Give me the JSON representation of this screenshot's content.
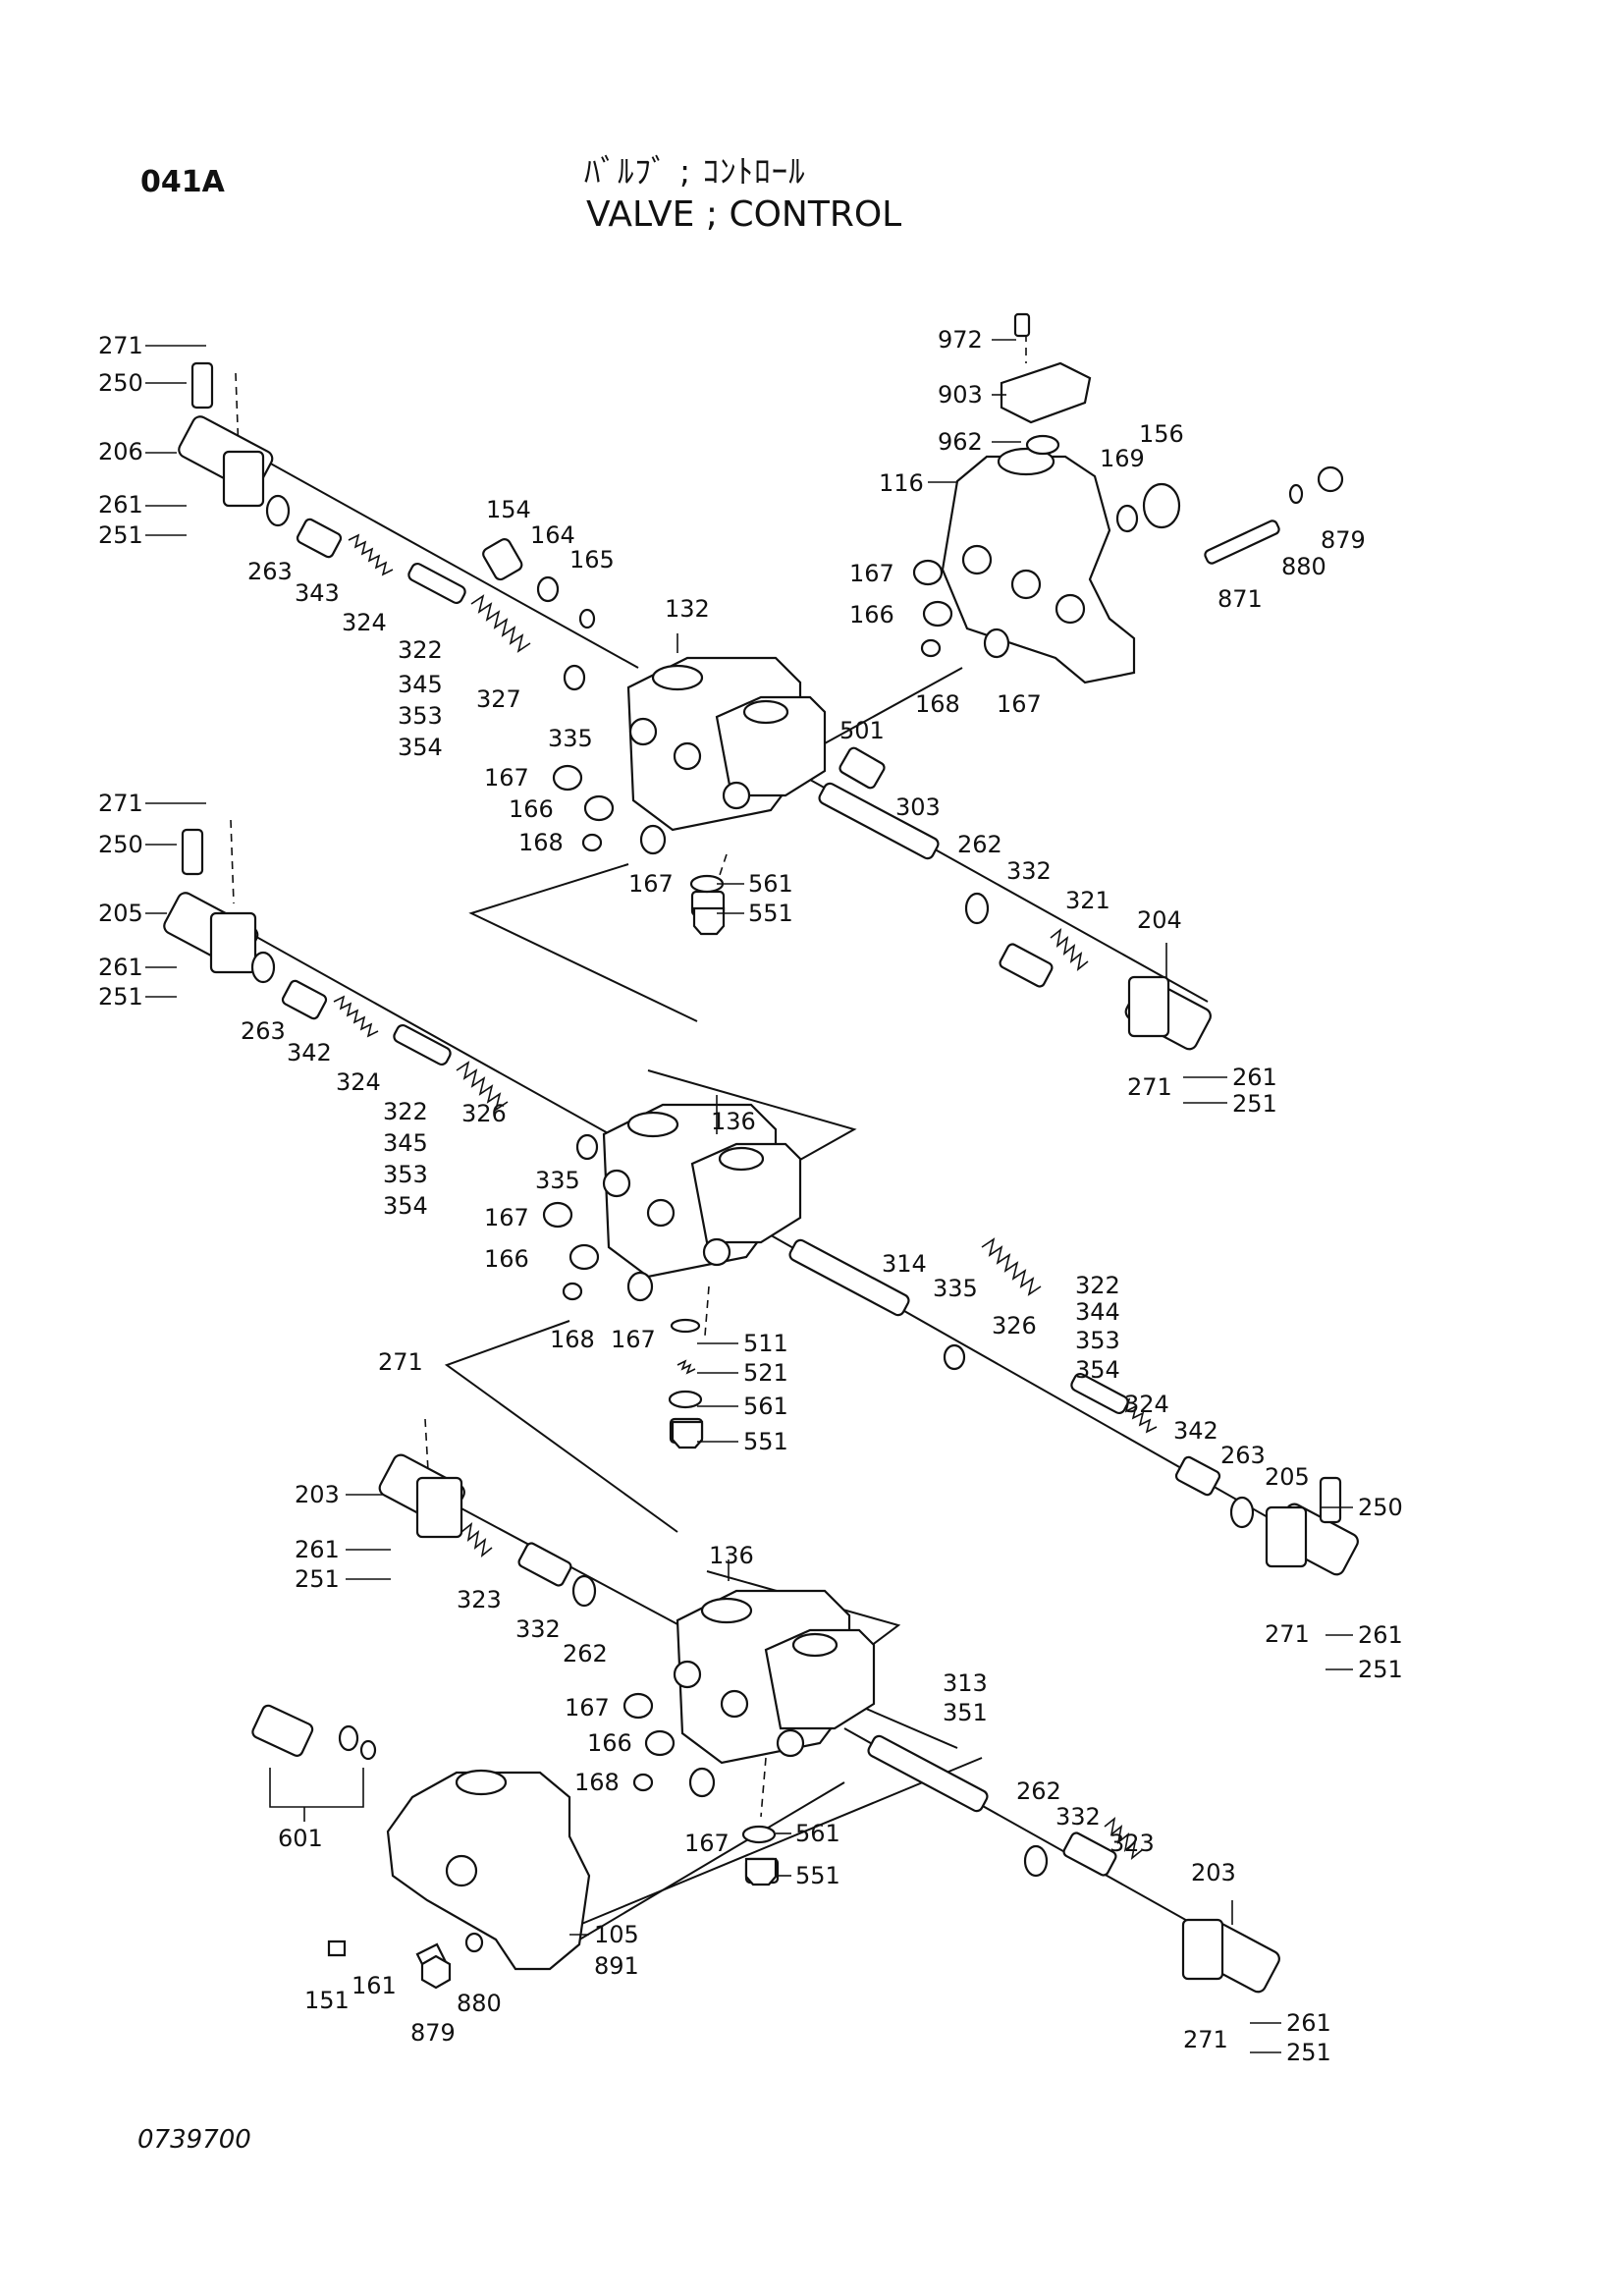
{
  "header": {
    "code": "041A",
    "title_jp": "ﾊﾞﾙﾌﾞ ; ｺﾝﾄﾛｰﾙ",
    "title_en": "VALVE ; CONTROL"
  },
  "footer": {
    "drawing_number": "0739700"
  },
  "callouts": {
    "c271a": "271",
    "c250a": "250",
    "c206": "206",
    "c261a": "261",
    "c251a": "251",
    "c263a": "263",
    "c343": "343",
    "c324a": "324",
    "c322a": "322",
    "c345a": "345",
    "c353a": "353",
    "c354a": "354",
    "c327": "327",
    "c154": "154",
    "c164": "164",
    "c165": "165",
    "c132": "132",
    "c335a": "335",
    "c167a": "167",
    "c166a": "166",
    "c168a": "168",
    "c167b": "167",
    "c972": "972",
    "c903": "903",
    "c962": "962",
    "c116": "116",
    "c169": "169",
    "c156": "156",
    "c879a": "879",
    "c880a": "880",
    "c871": "871",
    "c167c": "167",
    "c166b": "166",
    "c168b": "168",
    "c167d": "167",
    "c501": "501",
    "c303": "303",
    "c561a": "561",
    "c551a": "551",
    "c262a": "262",
    "c332a": "332",
    "c321": "321",
    "c204": "204",
    "c271b": "271",
    "c261b": "261",
    "c251b": "251",
    "c271c": "271",
    "c250b": "250",
    "c205a": "205",
    "c261c": "261",
    "c251c": "251",
    "c263b": "263",
    "c342a": "342",
    "c324b": "324",
    "c322b": "322",
    "c345b": "345",
    "c353b": "353",
    "c354b": "354",
    "c326a": "326",
    "c335b": "335",
    "c136a": "136",
    "c167e": "167",
    "c166c": "166",
    "c168c": "168",
    "c167f": "167",
    "c314": "314",
    "c335c": "335",
    "c326b": "326",
    "c322c": "322",
    "c344": "344",
    "c353c": "353",
    "c354c": "354",
    "c324c": "324",
    "c342b": "342",
    "c263c": "263",
    "c205b": "205",
    "c250c": "250",
    "c271d": "271",
    "c261d": "261",
    "c251d": "251",
    "c511": "511",
    "c521": "521",
    "c561b": "561",
    "c551b": "551",
    "c271e": "271",
    "c203a": "203",
    "c261e": "261",
    "c251e": "251",
    "c323a": "323",
    "c332b": "332",
    "c262b": "262",
    "c136b": "136",
    "c167g": "167",
    "c166d": "166",
    "c168d": "168",
    "c167h": "167",
    "c313": "313",
    "c351": "351",
    "c262c": "262",
    "c332c": "332",
    "c323b": "323",
    "c203b": "203",
    "c561c": "561",
    "c551c": "551",
    "c271f": "271",
    "c261f": "261",
    "c251f": "251",
    "c601": "601",
    "c105": "105",
    "c891": "891",
    "c151": "151",
    "c161": "161",
    "c880b": "880",
    "c879b": "879"
  }
}
